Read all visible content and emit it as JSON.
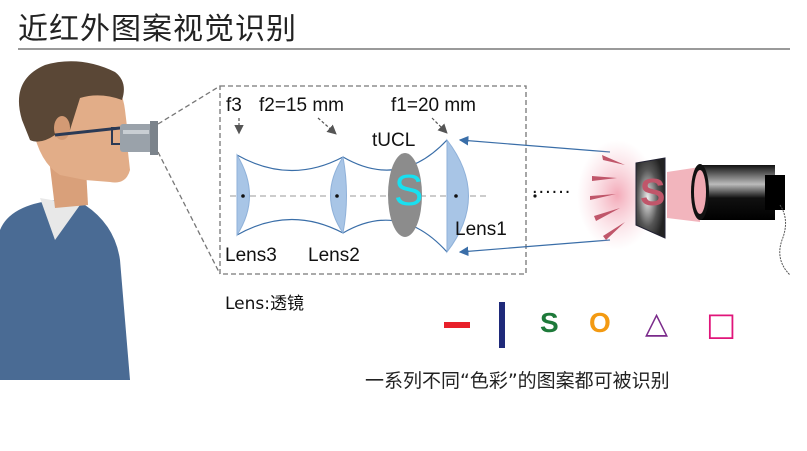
{
  "title": "近红外图案视觉识别",
  "diagram": {
    "focal_labels": {
      "f3": "f3",
      "f2": "f2=15 mm",
      "f1": "f1=20 mm"
    },
    "tucl_label": "tUCL",
    "tucl_letter": "S",
    "lens_labels": {
      "lens1": "Lens1",
      "lens2": "Lens2",
      "lens3": "Lens3"
    },
    "dots": "......",
    "object_letter": "S",
    "lens_note": "Lens:透镜"
  },
  "patterns": {
    "items": [
      {
        "name": "line-horizontal",
        "color": "#e8202a"
      },
      {
        "name": "line-vertical",
        "color": "#1f2a7a"
      },
      {
        "name": "letter-s",
        "text": "S",
        "color": "#1e7a3a"
      },
      {
        "name": "letter-o",
        "text": "O",
        "color": "#f39a12"
      },
      {
        "name": "triangle",
        "text": "△",
        "color": "#7a2a8a"
      },
      {
        "name": "square",
        "text": "□",
        "color": "#e0157a"
      }
    ],
    "caption": "一系列不同“色彩”的图案都可被识别"
  }
}
